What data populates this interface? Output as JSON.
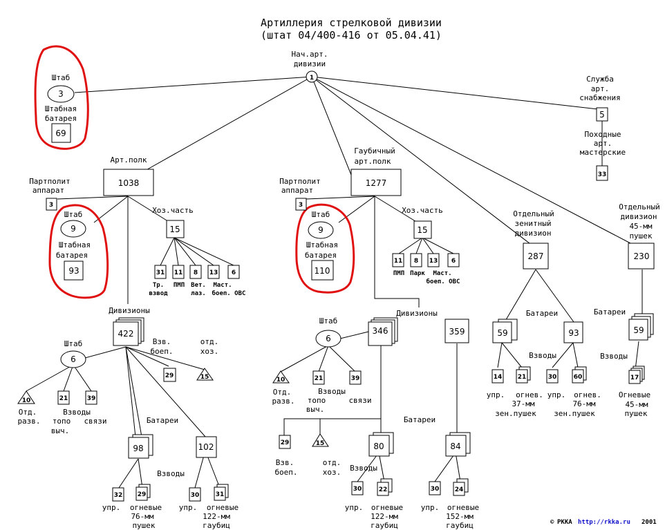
{
  "title": {
    "line1": "Артиллерия стрелковой дивизии",
    "line2": "(штат 04/400-416 от 05.04.41)"
  },
  "credit": {
    "org": "РККА",
    "link": "http://rkka.ru",
    "year": "2001"
  },
  "nodes": {
    "chief_label1": "Нач.арт.",
    "chief_label2": "дивизии",
    "chief": "1",
    "hq_label": "Штаб",
    "hq": "3",
    "hqbat_label1": "Штабная",
    "hqbat_label2": "батарея",
    "hqbat": "69",
    "supply_label1": "Служба",
    "supply_label2": "арт.",
    "supply_label3": "снабжения",
    "supply": "5",
    "workshop_label1": "Походные",
    "workshop_label2": "арт.",
    "workshop_label3": "мастерские",
    "workshop": "33",
    "ap_label": "Арт.полк",
    "ap": "1038",
    "ap_party_label1": "Партполит",
    "ap_party_label2": "аппарат",
    "ap_party": "3",
    "ap_hq_label": "Штаб",
    "ap_hq": "9",
    "ap_hqbat_label1": "Штабная",
    "ap_hqbat_label2": "батарея",
    "ap_hqbat": "93",
    "ap_log_label": "Хоз.часть",
    "ap_log": "15",
    "ap_log_c1": "31",
    "ap_log_c2": "11",
    "ap_log_c3": "8",
    "ap_log_c4": "13",
    "ap_log_c5": "6",
    "ap_log_t1a": "Тр.",
    "ap_log_t1b": "взвод",
    "ap_log_t2": "ПМП",
    "ap_log_t3a": "Вет.",
    "ap_log_t3b": "лаз.",
    "ap_log_t4a": "Маст.",
    "ap_log_t4b": "боеп. ОВС",
    "ap_div_label": "Дивизионы",
    "ap_div": "422",
    "ap_div_hq_label": "Штаб",
    "ap_div_hq": "6",
    "ap_vzv_label1": "Взв.",
    "ap_vzv_label2": "боеп.",
    "ap_vzv": "29",
    "ap_otd_label1": "отд.",
    "ap_otd_label2": "хоз.",
    "ap_otd": "15",
    "ap_razv": "10",
    "ap_topo": "21",
    "ap_svyazi": "39",
    "ap_razv_label1": "Отд.",
    "ap_razv_label2": "разв.",
    "ap_topo_label1": "топо",
    "ap_topo_label2": "выч.",
    "ap_vzvody_label": "Взводы",
    "ap_svyazi_label": "связи",
    "ap_bat_label": "Батареи",
    "ap_bat1": "98",
    "ap_bat2": "102",
    "ap_vzvody2_label": "Взводы",
    "ap_b1_upr": "32",
    "ap_b1_fire": "29",
    "ap_b2_upr": "30",
    "ap_b2_fire": "31",
    "ap_b1_t1": "упр.",
    "ap_b1_t2": "огневые",
    "ap_b1_t3": "76-мм",
    "ap_b1_t4": "пушек",
    "ap_b2_t1": "упр.",
    "ap_b2_t2": "огневые",
    "ap_b2_t3": "122-мм",
    "ap_b2_t4": "гаубиц",
    "gap_label1": "Гаубичный",
    "gap_label2": "арт.полк",
    "gap": "1277",
    "gap_party_label1": "Партполит",
    "gap_party_label2": "аппарат",
    "gap_party": "3",
    "gap_hq_label": "Штаб",
    "gap_hq": "9",
    "gap_hqbat_label1": "Штабная",
    "gap_hqbat_label2": "батарея",
    "gap_hqbat": "110",
    "gap_log_label": "Хоз.часть",
    "gap_log": "15",
    "gap_log_c1": "11",
    "gap_log_c2": "8",
    "gap_log_c3": "13",
    "gap_log_c4": "6",
    "gap_log_t1": "ПМП",
    "gap_log_t2": "Парк",
    "gap_log_t3a": "Маст.",
    "gap_log_t3b": "боеп. ОВС",
    "gap_div_label": "Дивизионы",
    "gap_div1": "346",
    "gap_div2": "359",
    "gap_div_hq_label": "Штаб",
    "gap_div_hq": "6",
    "gap_razv": "10",
    "gap_topo": "21",
    "gap_svyazi": "39",
    "gap_razv_label1": "Отд.",
    "gap_razv_label2": "разв.",
    "gap_topo_label1": "топо",
    "gap_topo_label2": "выч.",
    "gap_vzvody_label": "Взводы",
    "gap_svyazi_label": "связи",
    "gap_vzv": "29",
    "gap_otd": "15",
    "gap_vzv_label1": "Взв.",
    "gap_vzv_label2": "боеп.",
    "gap_otd_label1": "отд.",
    "gap_otd_label2": "хоз.",
    "gap_bat_label": "Батареи",
    "gap_bat1": "80",
    "gap_bat2": "84",
    "gap_vzvody2_label": "Взводы",
    "gap_b1_upr": "30",
    "gap_b1_fire": "22",
    "gap_b2_upr": "30",
    "gap_b2_fire": "24",
    "gap_b1_t1": "упр.",
    "gap_b1_t2": "огневые",
    "gap_b1_t3": "122-мм",
    "gap_b1_t4": "гаубиц",
    "gap_b2_t1": "упр.",
    "gap_b2_t2": "огневые",
    "gap_b2_t3": "152-мм",
    "gap_b2_t4": "гаубиц",
    "aa_label1": "Отдельный",
    "aa_label2": "зенитный",
    "aa_label3": "дивизион",
    "aa": "287",
    "aa_bat_label": "Батареи",
    "aa_bat1": "59",
    "aa_bat2": "93",
    "aa_vzvody_label": "Взводы",
    "aa_b1_upr": "14",
    "aa_b1_fire": "21",
    "aa_b2_upr": "30",
    "aa_b2_fire": "60",
    "aa_b1_t1": "упр.",
    "aa_b1_t2": "огнев.",
    "aa_b1_t3": "37-мм",
    "aa_b1_t4": "зен.пушек",
    "aa_b2_t1": "упр.",
    "aa_b2_t2": "огнев.",
    "aa_b2_t3": "76-мм",
    "aa_b2_t4": "зен.пушек",
    "at_label1": "Отдельный",
    "at_label2": "дивизион",
    "at_label3": "45-мм",
    "at_label4": "пушек",
    "at": "230",
    "at_bat_label": "Батареи",
    "at_bat": "59",
    "at_vzvody_label": "Взводы",
    "at_fire": "17",
    "at_t1": "Огневые",
    "at_t2": "45-мм",
    "at_t3": "пушек"
  }
}
